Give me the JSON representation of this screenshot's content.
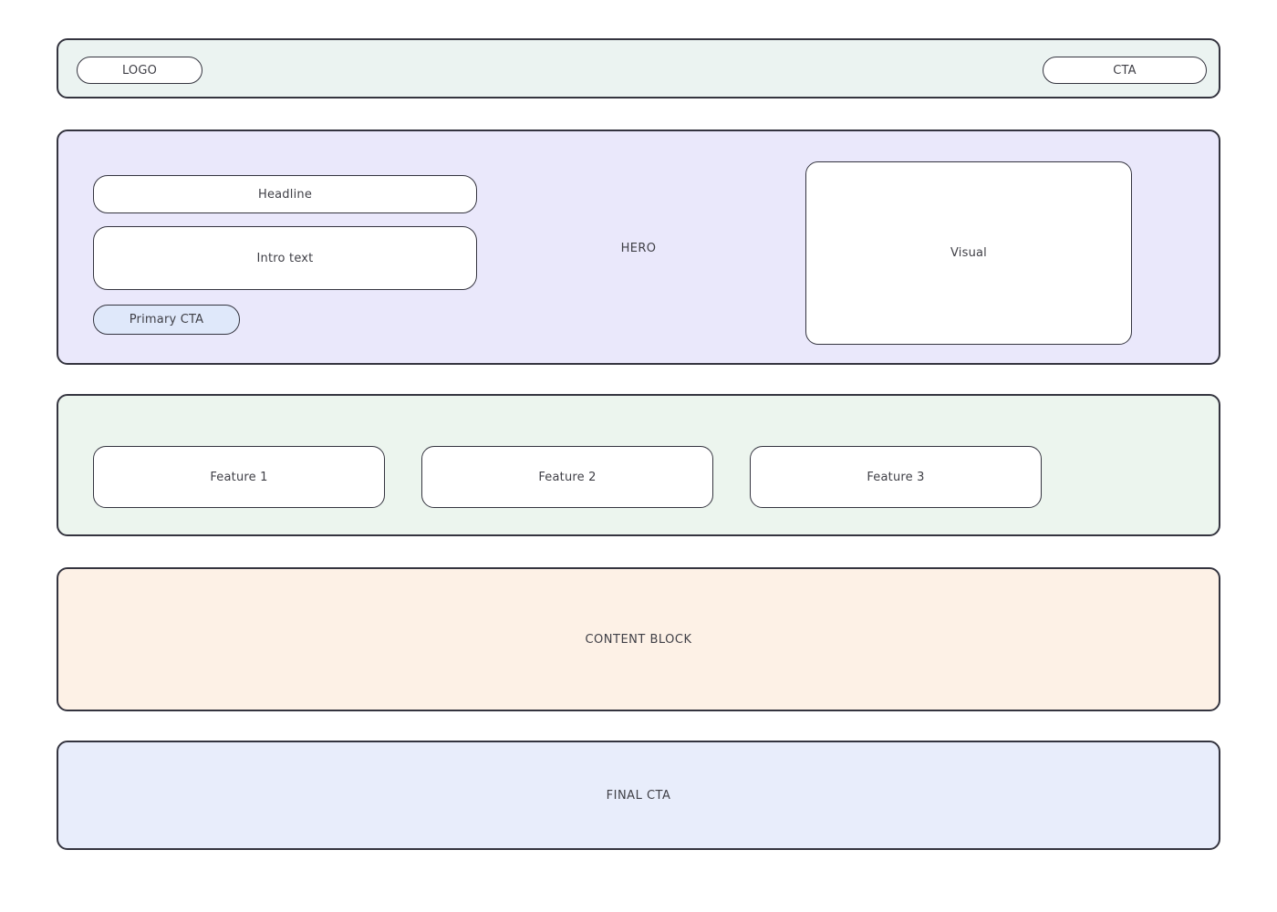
{
  "header": {
    "logo_label": "LOGO",
    "cta_label": "CTA",
    "bg": "#ebf3f1"
  },
  "hero": {
    "label": "HERO",
    "headline_label": "Headline",
    "intro_label": "Intro text",
    "primary_cta_label": "Primary CTA",
    "visual_label": "Visual",
    "bg": "#eae8fb",
    "primary_cta_bg": "#dfe8fa"
  },
  "features": {
    "bg": "#ecf5ee",
    "items": [
      {
        "label": "Feature 1"
      },
      {
        "label": "Feature 2"
      },
      {
        "label": "Feature 3"
      }
    ]
  },
  "content_block": {
    "label": "CONTENT BLOCK",
    "bg": "#fdf1e6"
  },
  "final_cta": {
    "label": "FINAL CTA",
    "bg": "#e8edfb"
  },
  "colors": {
    "border": "#34343f",
    "text": "#3f3f46",
    "page_bg": "#ffffff"
  }
}
